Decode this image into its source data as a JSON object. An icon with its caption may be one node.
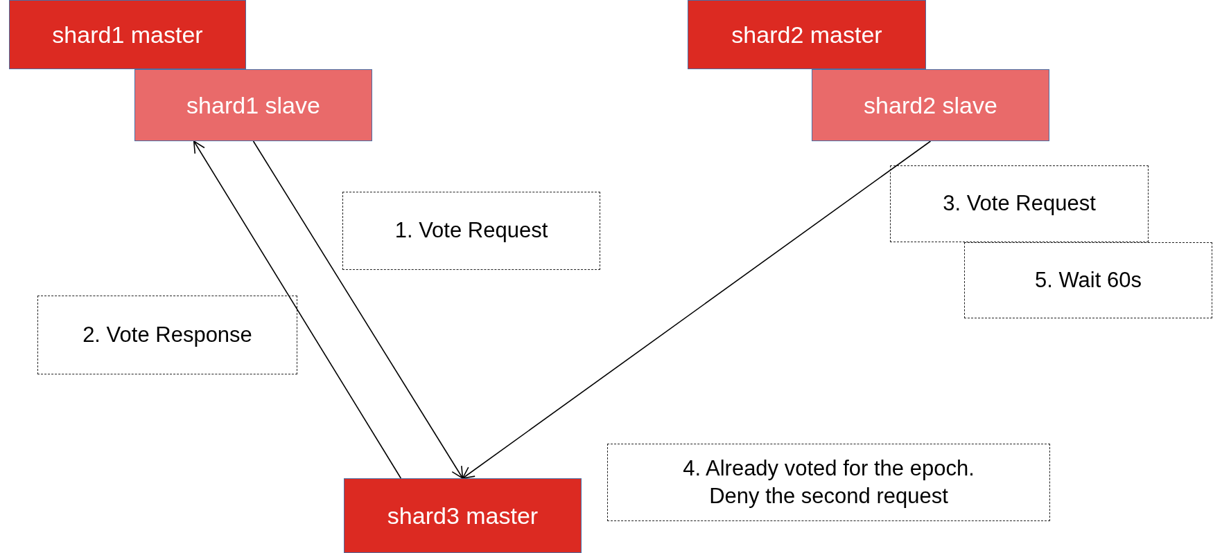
{
  "diagram": {
    "nodes": [
      {
        "text": [
          "shard1 master"
        ]
      },
      {
        "text": [
          "shard1 slave"
        ]
      },
      {
        "text": [
          "shard2 master"
        ]
      },
      {
        "text": [
          "shard2 slave"
        ]
      },
      {
        "text": [
          "1. Vote Request"
        ]
      },
      {
        "text": [
          "3. Vote Request"
        ]
      },
      {
        "text": [
          "5. Wait 60s"
        ]
      },
      {
        "text": [
          "2. Vote Response"
        ]
      },
      {
        "text": [
          "shard3 master"
        ]
      },
      {
        "text": [
          "4. Already voted for the epoch. Deny the second request"
        ]
      }
    ],
    "edges": [
      {
        "from": 1,
        "to": 8,
        "arrow": "to"
      },
      {
        "from": 8,
        "to": 1,
        "arrow": "to"
      },
      {
        "from": 3,
        "to": 8,
        "arrow": "to"
      }
    ]
  }
}
